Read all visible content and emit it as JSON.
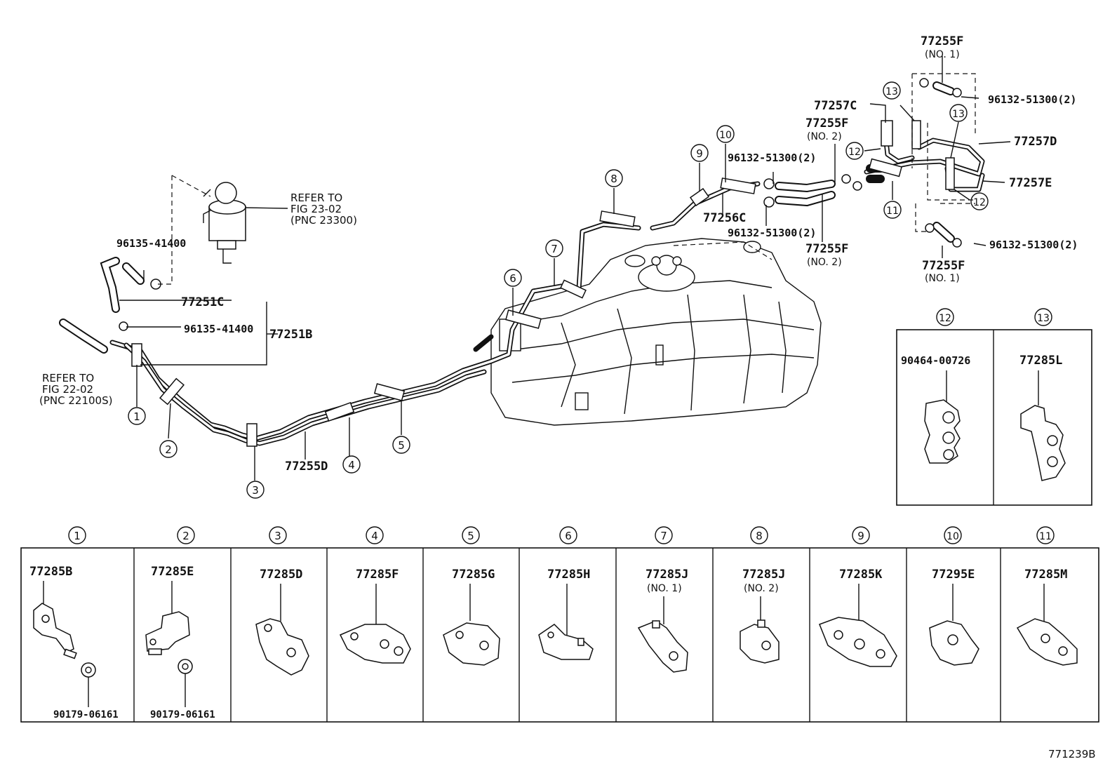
{
  "diagram_id": "771239B",
  "labels": {
    "p77255F_no1_top": "77255F",
    "p77255F_no1_top_sub": "(NO. 1)",
    "p96132_top_right": "96132-51300(2)",
    "p77257C": "77257C",
    "p77255F_no2_top": "77255F",
    "p77255F_no2_top_sub": "(NO. 2)",
    "p77257D": "77257D",
    "p77257E": "77257E",
    "p96132_mid_upper": "96132-51300(2)",
    "p77256C": "77256C",
    "p96132_mid_lower": "96132-51300(2)",
    "p77255F_no2_bot": "77255F",
    "p77255F_no2_bot_sub": "(NO. 2)",
    "p96132_bot_right": "96132-51300(2)",
    "p77255F_no1_bot": "77255F",
    "p77255F_no1_bot_sub": "(NO. 1)",
    "refer_23_line1": "REFER TO",
    "refer_23_line2": "FIG 23-02",
    "refer_23_line3": "(PNC 23300)",
    "p96135_top": "96135-41400",
    "p77251C": "77251C",
    "p96135_mid": "96135-41400",
    "p77251B": "77251B",
    "refer_22_line1": "REFER TO",
    "refer_22_line2": "FIG 22-02",
    "refer_22_line3": "(PNC 22100S)",
    "p77255D": "77255D"
  },
  "callouts": [
    "1",
    "2",
    "3",
    "4",
    "5",
    "6",
    "7",
    "8",
    "9",
    "10",
    "11",
    "12",
    "13"
  ],
  "inset_top": [
    {
      "num": "12",
      "part": "90464-00726"
    },
    {
      "num": "13",
      "part": "77285L"
    }
  ],
  "inset_bottom": [
    {
      "num": "1",
      "part": "77285B",
      "sub": "",
      "extra": "90179-06161"
    },
    {
      "num": "2",
      "part": "77285E",
      "sub": "",
      "extra": "90179-06161"
    },
    {
      "num": "3",
      "part": "77285D",
      "sub": "",
      "extra": ""
    },
    {
      "num": "4",
      "part": "77285F",
      "sub": "",
      "extra": ""
    },
    {
      "num": "5",
      "part": "77285G",
      "sub": "",
      "extra": ""
    },
    {
      "num": "6",
      "part": "77285H",
      "sub": "",
      "extra": ""
    },
    {
      "num": "7",
      "part": "77285J",
      "sub": "(NO. 1)",
      "extra": ""
    },
    {
      "num": "8",
      "part": "77285J",
      "sub": "(NO. 2)",
      "extra": ""
    },
    {
      "num": "9",
      "part": "77285K",
      "sub": "",
      "extra": ""
    },
    {
      "num": "10",
      "part": "77295E",
      "sub": "",
      "extra": ""
    },
    {
      "num": "11",
      "part": "77285M",
      "sub": "",
      "extra": ""
    }
  ]
}
